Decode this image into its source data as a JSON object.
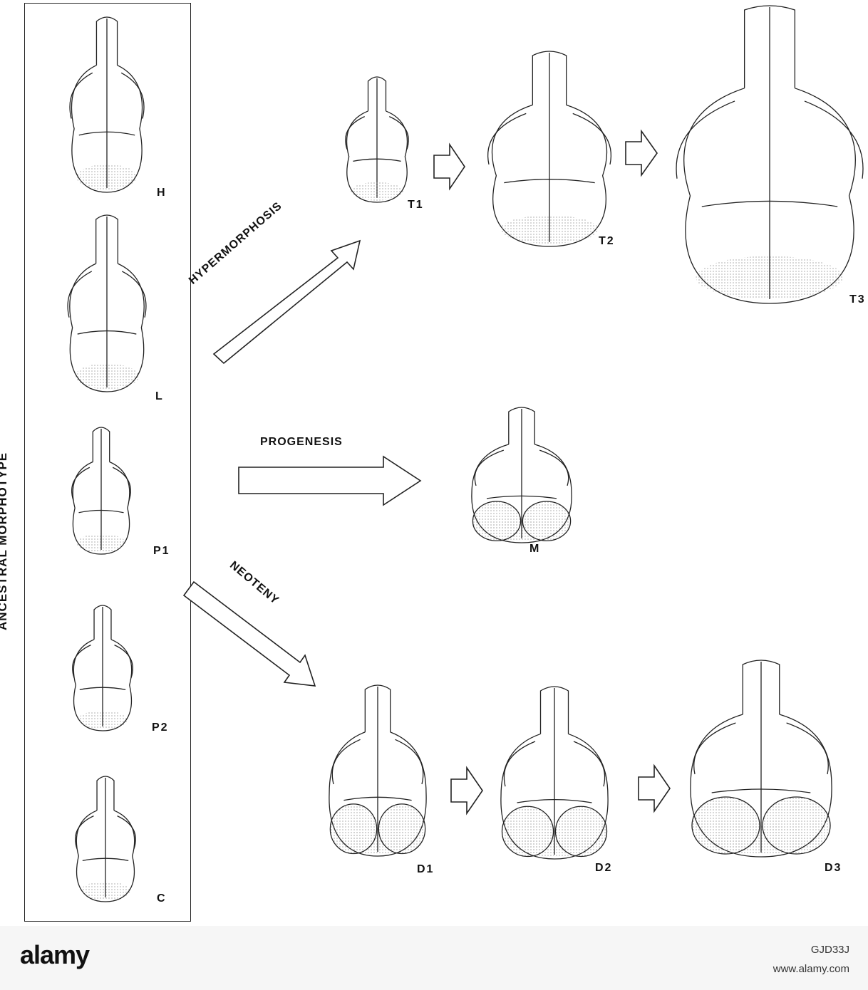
{
  "side_title": "ANCESTRAL    MORPHOTYPE",
  "ancestral_labels": [
    "H",
    "L",
    "P1",
    "P2",
    "C"
  ],
  "processes": [
    "HYPERMORPHOSIS",
    "PROGENESIS",
    "NEOTENY"
  ],
  "derived_labels": [
    "T1",
    "T2",
    "T3",
    "M",
    "D1",
    "D2",
    "D3"
  ],
  "footer": {
    "logo": "alamy",
    "image_code": "GJD33J",
    "url": "www.alamy.com"
  },
  "colors": {
    "ink": "#222222",
    "background": "#ffffff",
    "footer": "#f6f6f6"
  }
}
